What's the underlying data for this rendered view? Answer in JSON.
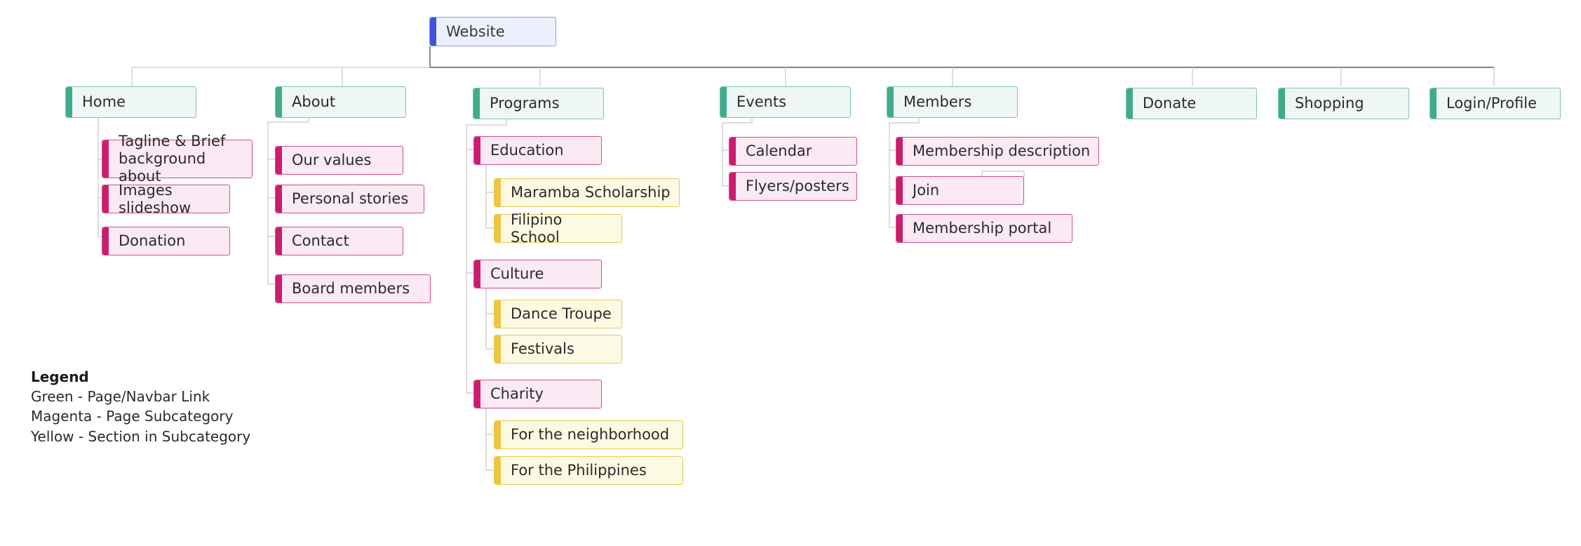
{
  "diagram": {
    "type": "sitemap-tree",
    "root": {
      "label": "Website",
      "category": "root"
    },
    "columns": [
      {
        "name": "home",
        "label": "Home",
        "category": "page",
        "children": [
          {
            "label": "Tagline & Brief\nbackground about",
            "category": "subcategory",
            "children": []
          },
          {
            "label": "Images slideshow",
            "category": "subcategory",
            "children": []
          },
          {
            "label": "Donation",
            "category": "subcategory",
            "children": []
          }
        ]
      },
      {
        "name": "about",
        "label": "About",
        "category": "page",
        "children": [
          {
            "label": "Our values",
            "category": "subcategory",
            "children": []
          },
          {
            "label": "Personal stories",
            "category": "subcategory",
            "children": []
          },
          {
            "label": "Contact",
            "category": "subcategory",
            "children": []
          },
          {
            "label": "Board members",
            "category": "subcategory",
            "children": []
          }
        ]
      },
      {
        "name": "programs",
        "label": "Programs",
        "category": "page",
        "children": [
          {
            "label": "Education",
            "category": "subcategory",
            "children": [
              {
                "label": "Maramba Scholarship",
                "category": "section"
              },
              {
                "label": "Filipino School",
                "category": "section"
              }
            ]
          },
          {
            "label": "Culture",
            "category": "subcategory",
            "children": [
              {
                "label": "Dance Troupe",
                "category": "section"
              },
              {
                "label": "Festivals",
                "category": "section"
              }
            ]
          },
          {
            "label": "Charity",
            "category": "subcategory",
            "children": [
              {
                "label": "For the neighborhood",
                "category": "section"
              },
              {
                "label": "For the Philippines",
                "category": "section"
              }
            ]
          }
        ]
      },
      {
        "name": "events",
        "label": "Events",
        "category": "page",
        "children": [
          {
            "label": "Calendar",
            "category": "subcategory",
            "children": []
          },
          {
            "label": "Flyers/posters",
            "category": "subcategory",
            "children": []
          }
        ]
      },
      {
        "name": "members",
        "label": "Members",
        "category": "page",
        "children": [
          {
            "label": "Membership description",
            "category": "subcategory",
            "children": []
          },
          {
            "label": "Join",
            "category": "subcategory",
            "children": []
          },
          {
            "label": "Membership portal",
            "category": "subcategory",
            "children": []
          }
        ]
      },
      {
        "name": "donate",
        "label": "Donate",
        "category": "page",
        "children": []
      },
      {
        "name": "shopping",
        "label": "Shopping",
        "category": "page",
        "children": []
      },
      {
        "name": "login",
        "label": "Login/Profile",
        "category": "page",
        "children": []
      }
    ]
  },
  "legend": {
    "title": "Legend",
    "lines": [
      "Green - Page/Navbar Link",
      "Magenta - Page Subcategory",
      "Yellow - Section in Subcategory"
    ]
  },
  "colors": {
    "root_accent": "#3f51e0",
    "root_fill": "#edf0fc",
    "green_accent": "#41ab8e",
    "green_fill": "#eef7f4",
    "magenta_accent": "#cc1c6e",
    "magenta_fill": "#fbeaf3",
    "yellow_accent": "#f0c43f",
    "yellow_fill": "#fdfae3",
    "connector": "#c9c9c9",
    "trunk": "#5a5a5a"
  }
}
